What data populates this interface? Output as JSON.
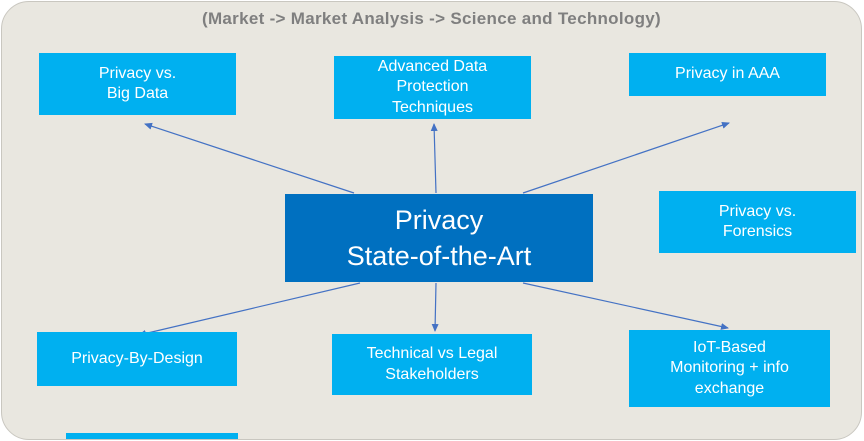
{
  "title": "(Market -> Market Analysis -> Science and Technology)",
  "center_node": {
    "id": "center",
    "label": "Privacy\nState-of-the-Art"
  },
  "nodes": {
    "big_data": {
      "label": "Privacy vs.\nBig Data"
    },
    "adv_data_protection": {
      "label": "Advanced  Data\nProtection\nTechniques"
    },
    "privacy_aaa": {
      "label": "Privacy in AAA"
    },
    "forensics": {
      "label": "Privacy vs.\nForensics"
    },
    "privacy_by_design": {
      "label": "Privacy-By-Design"
    },
    "tech_vs_legal": {
      "label": "Technical vs Legal\nStakeholders"
    },
    "iot_monitoring": {
      "label": "IoT-Based\nMonitoring + info\nexchange"
    }
  },
  "edges": [
    {
      "from": "center",
      "to": "big_data"
    },
    {
      "from": "center",
      "to": "adv_data_protection"
    },
    {
      "from": "center",
      "to": "privacy_aaa"
    },
    {
      "from": "center",
      "to": "privacy_by_design"
    },
    {
      "from": "center",
      "to": "tech_vs_legal"
    },
    {
      "from": "center",
      "to": "iot_monitoring"
    }
  ],
  "colors": {
    "node_fill": "#00b0f0",
    "center_fill": "#0070c0",
    "node_text": "#ffffff",
    "arrow": "#4472c4",
    "slide_background": "#e9e7e0",
    "title_text": "#7f7f7f"
  }
}
